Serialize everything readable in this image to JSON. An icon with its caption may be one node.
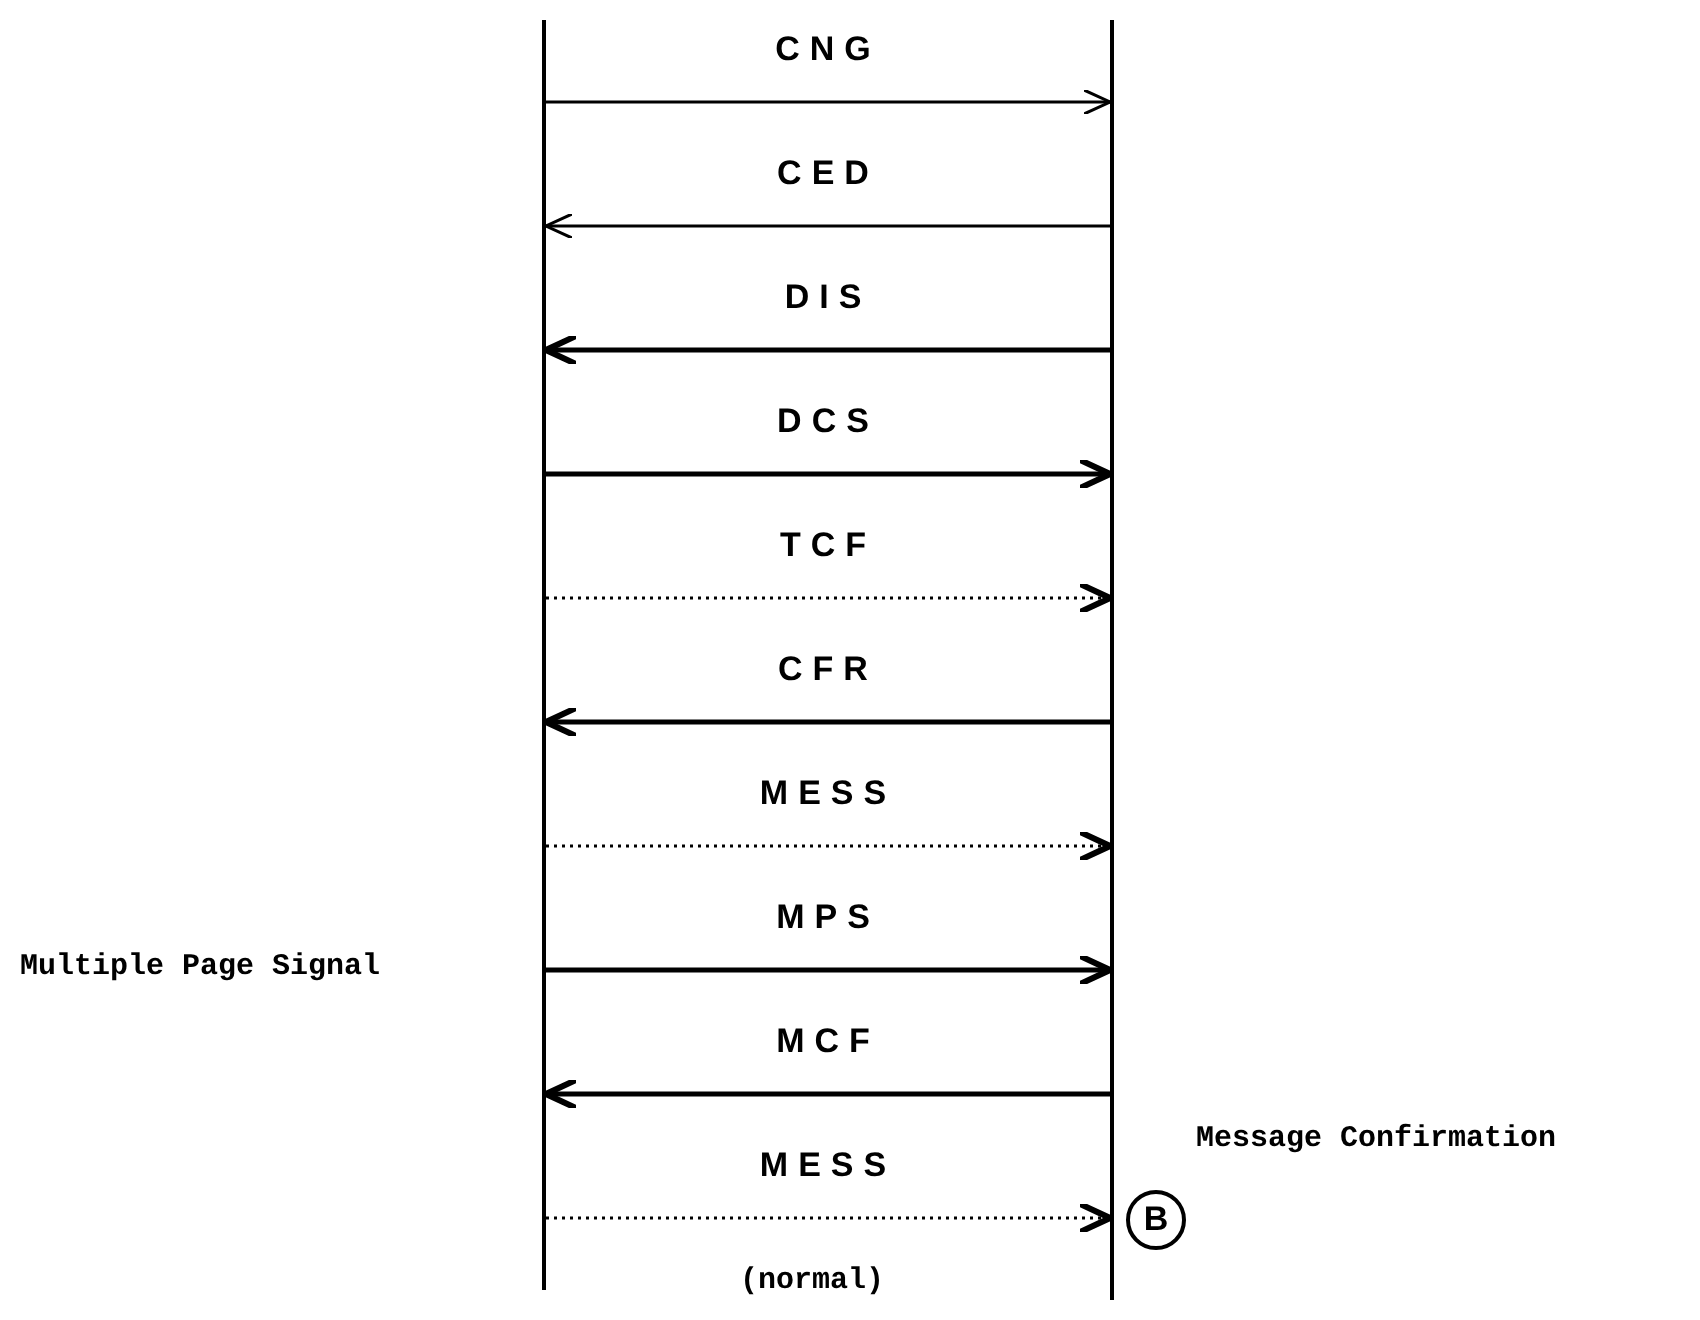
{
  "diagram": {
    "nodes": [
      {
        "text": [],
        "shape": "bar"
      },
      {
        "text": [],
        "shape": "bar"
      }
    ],
    "edges": [
      {
        "from": 0,
        "to": 1,
        "arrow": "to",
        "label": "CNG"
      },
      {
        "from": 1,
        "to": 0,
        "arrow": "to",
        "label": "CED"
      },
      {
        "from": 1,
        "to": 0,
        "arrow": "to",
        "label": "DIS"
      },
      {
        "from": 0,
        "to": 1,
        "arrow": "to",
        "label": "DCS"
      },
      {
        "from": 0,
        "to": 1,
        "arrow": "to",
        "label": "TCF",
        "style": "dashed"
      },
      {
        "from": 1,
        "to": 0,
        "arrow": "to",
        "label": "CFR"
      },
      {
        "from": 0,
        "to": 1,
        "arrow": "to",
        "label": "MESS",
        "style": "dashed"
      },
      {
        "from": 0,
        "to": 1,
        "arrow": "to",
        "label": "MPS"
      },
      {
        "from": 1,
        "to": 0,
        "arrow": "to",
        "label": "MCF"
      },
      {
        "from": 0,
        "to": 1,
        "arrow": "to",
        "label": "MESS",
        "style": "dashed"
      }
    ],
    "labels": [
      "Multiple Page Signal",
      "Message Confirmation",
      "B",
      "(normal)"
    ]
  }
}
